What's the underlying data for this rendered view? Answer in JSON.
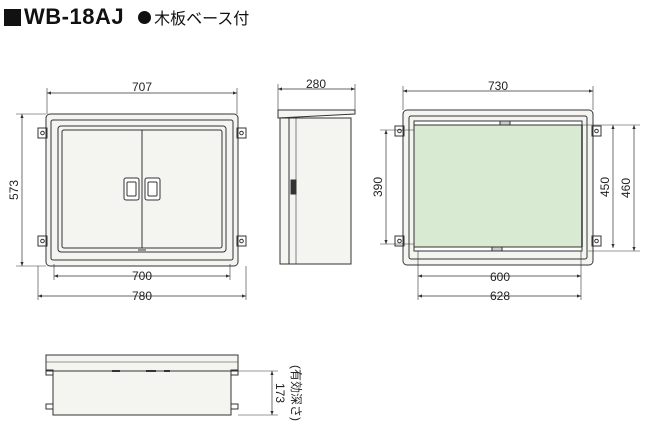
{
  "header": {
    "model": "WB-18AJ",
    "base_label": "木板ベース付"
  },
  "dimensions": {
    "front_top_width": "707",
    "front_height": "573",
    "front_inner_width": "700",
    "front_outer_width": "780",
    "side_depth": "280",
    "interior_outer_width": "730",
    "interior_panel_height": "390",
    "interior_height_a": "450",
    "interior_height_b": "460",
    "interior_panel_width": "600",
    "interior_board_width": "628",
    "bottom_depth": "173",
    "bottom_depth_note": "(有効深さ)"
  },
  "colors": {
    "body_fill": "#f4f4f1",
    "panel_fill": "#d8ead2",
    "line": "#333333"
  }
}
